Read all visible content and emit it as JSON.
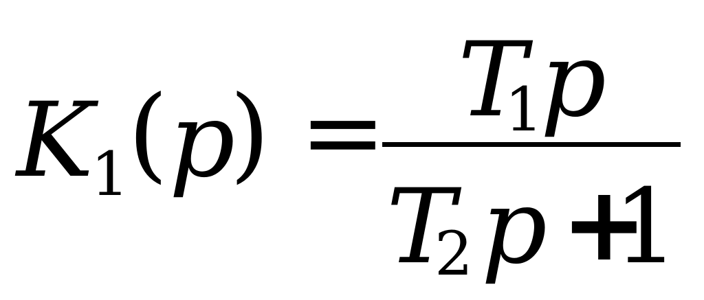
{
  "equation": {
    "lhs": {
      "symbol": "K",
      "subscript": "1",
      "open_paren": "(",
      "argument": "p",
      "close_paren": ")"
    },
    "equals": "=",
    "numerator": {
      "symbol": "T",
      "subscript": "1",
      "variable": "p"
    },
    "denominator": {
      "symbol": "T",
      "subscript": "2",
      "variable": "p",
      "plus": "+",
      "constant": "1"
    }
  }
}
